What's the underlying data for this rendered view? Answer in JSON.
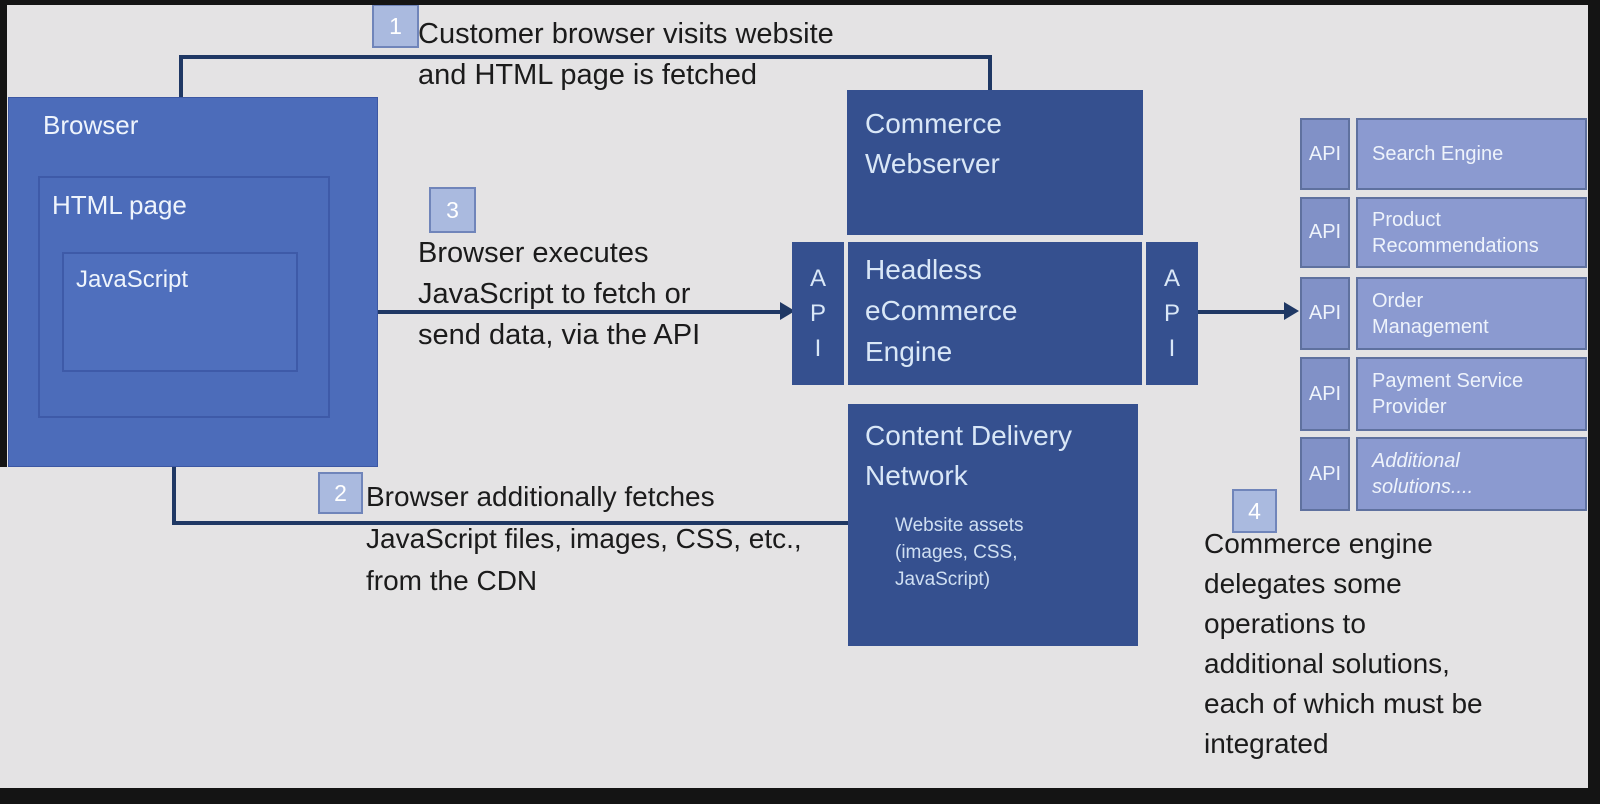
{
  "colors": {
    "background": "#e4e3e4",
    "frame": "#141414",
    "browser_box_fill": "#4c6cba",
    "dark_box_fill": "#35508f",
    "service_box_fill": "#8b9ad0",
    "service_api_fill": "#8191c7",
    "badge_fill": "#aabadf",
    "badge_border": "#7085ba",
    "connector": "#1f3864",
    "annotation_text": "#1b1b1b",
    "box_text": "#d9e7f7"
  },
  "browser": {
    "label": "Browser",
    "html_page_label": "HTML page",
    "javascript_label": "JavaScript"
  },
  "webserver": {
    "lines": [
      "Commerce",
      "Webserver"
    ]
  },
  "engine": {
    "lines": [
      "Headless",
      "eCommerce",
      "Engine"
    ],
    "api_left": [
      "A",
      "P",
      "I"
    ],
    "api_right": [
      "A",
      "P",
      "I"
    ]
  },
  "cdn": {
    "title_lines": [
      "Content Delivery",
      "Network"
    ],
    "asset_lines": [
      "Website assets",
      "(images, CSS,",
      "JavaScript)"
    ]
  },
  "services": [
    {
      "api": "API",
      "lines": [
        "Search Engine"
      ]
    },
    {
      "api": "API",
      "lines": [
        "Product",
        "Recommendations"
      ]
    },
    {
      "api": "API",
      "lines": [
        "Order",
        "Management"
      ]
    },
    {
      "api": "API",
      "lines": [
        "Payment Service",
        "Provider"
      ]
    },
    {
      "api": "API",
      "lines": [
        "Additional",
        "solutions...."
      ]
    }
  ],
  "annotations": {
    "a1": {
      "number": "1",
      "lines": [
        "Customer browser visits website",
        "and HTML page is fetched"
      ]
    },
    "a2": {
      "number": "2",
      "lines": [
        "Browser additionally fetches",
        "JavaScript files, images, CSS, etc.,",
        "from the CDN"
      ]
    },
    "a3": {
      "number": "3",
      "lines": [
        "Browser executes",
        "JavaScript to fetch or",
        "send data, via the API"
      ]
    },
    "a4": {
      "number": "4",
      "lines": [
        "Commerce engine",
        "delegates some",
        "operations to",
        "additional solutions,",
        "each of which must be",
        "integrated"
      ]
    }
  }
}
